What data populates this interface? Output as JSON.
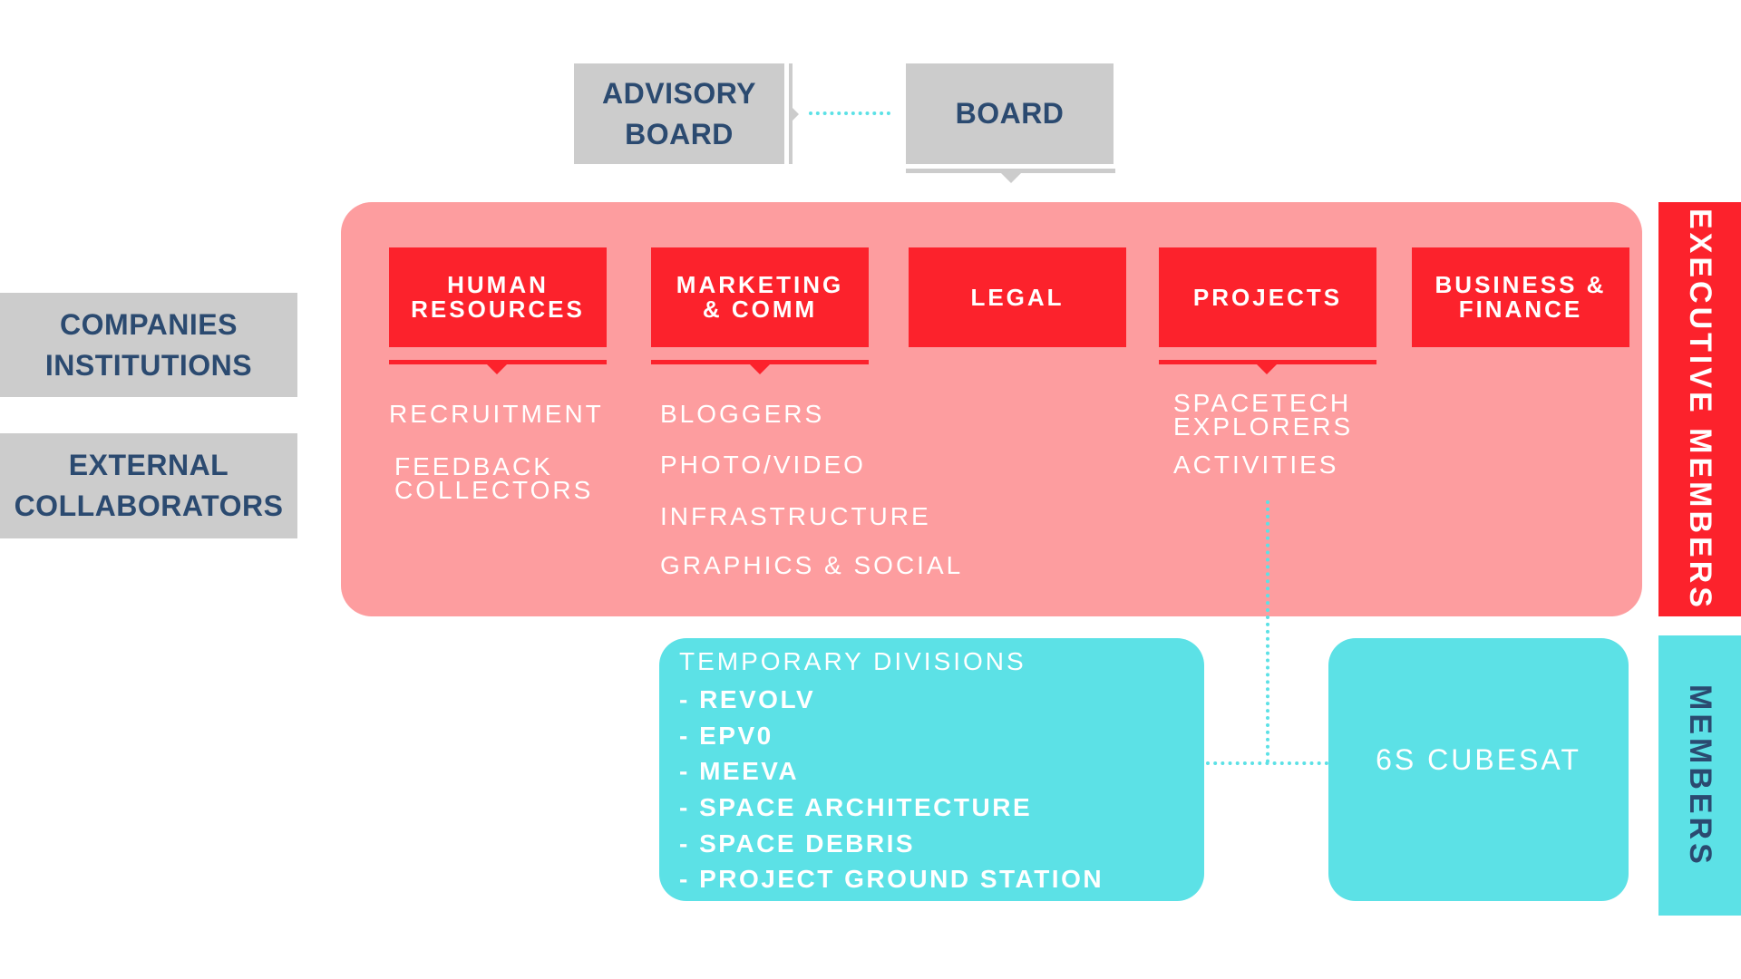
{
  "top": {
    "advisory_board": "ADVISORY\nBOARD",
    "board": "BOARD"
  },
  "left": {
    "companies": "COMPANIES\nINSTITUTIONS",
    "external": "EXTERNAL\nCOLLABORATORS"
  },
  "departments": [
    {
      "name": "HUMAN\nRESOURCES",
      "subs": [
        "RECRUITMENT",
        "FEEDBACK\nCOLLECTORS"
      ]
    },
    {
      "name": "MARKETING\n& COMM",
      "subs": [
        "BLOGGERS",
        "PHOTO/VIDEO",
        "INFRASTRUCTURE",
        "GRAPHICS & SOCIAL"
      ]
    },
    {
      "name": "LEGAL",
      "subs": []
    },
    {
      "name": "PROJECTS",
      "subs": [
        "SPACETECH\nEXPLORERS",
        "ACTIVITIES"
      ]
    },
    {
      "name": "BUSINESS &\nFINANCE",
      "subs": []
    }
  ],
  "temporary": {
    "title": "TEMPORARY DIVISIONS",
    "items": [
      "- REVOLV",
      "- EPV0",
      "- MEEVA",
      "- SPACE ARCHITECTURE",
      "- SPACE DEBRIS",
      "- PROJECT GROUND STATION"
    ]
  },
  "cubesat": "6S CUBESAT",
  "side": {
    "executive": "EXECUTIVE MEMBERS",
    "members": "MEMBERS"
  },
  "colors": {
    "red": "#fc222c",
    "pink": "#fd9d9f",
    "cyan": "#5ce1e6",
    "grey": "#cccccc",
    "navy": "#2b4a70"
  }
}
